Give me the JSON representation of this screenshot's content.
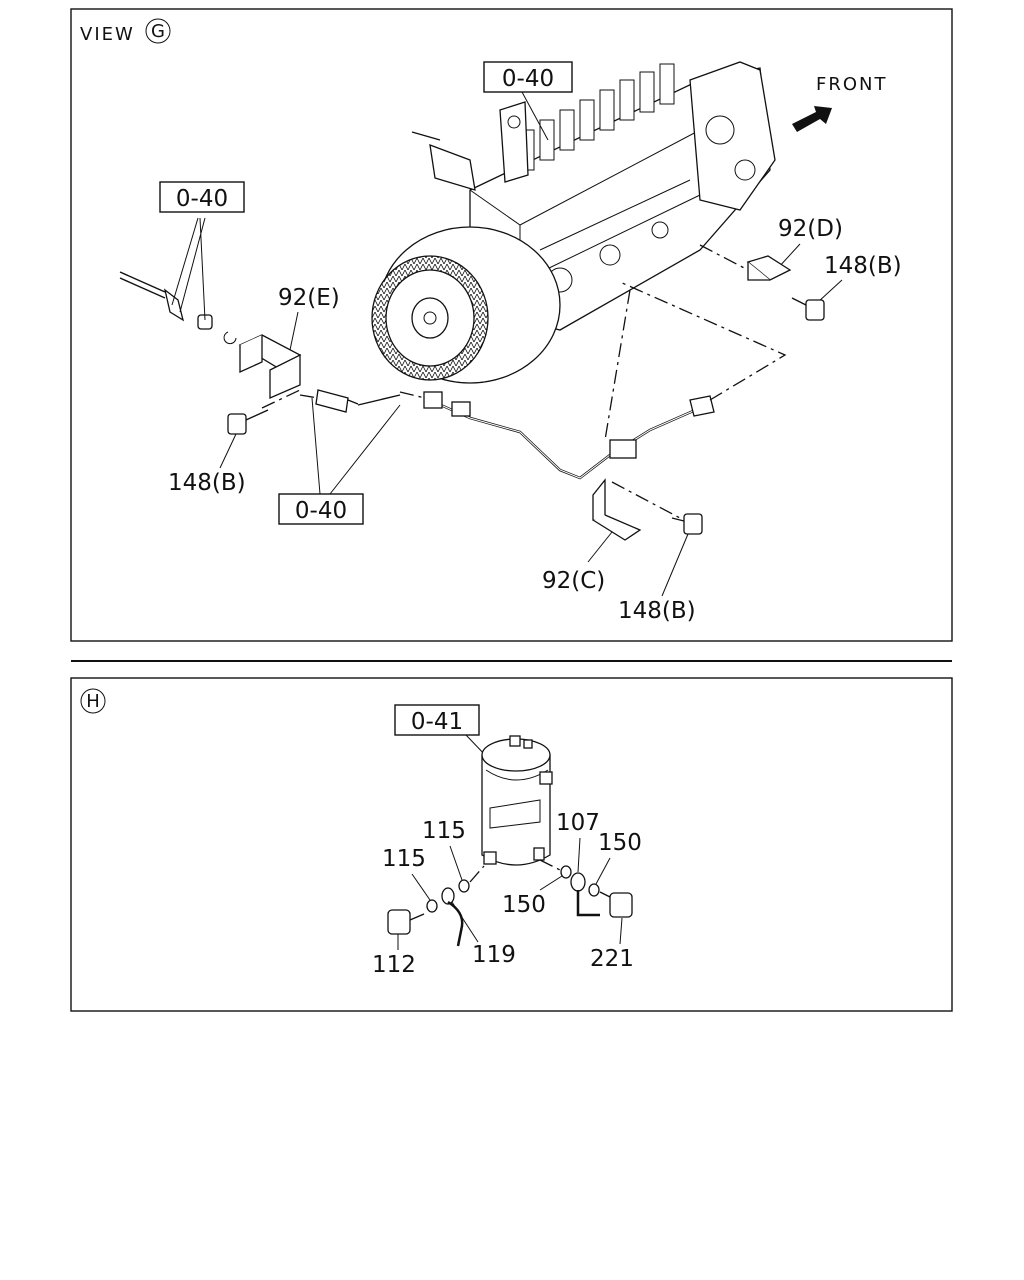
{
  "view_g": {
    "title": "VIEW",
    "circle_letter": "G",
    "front_label": "FRONT",
    "refs": {
      "pump_top": "0-40",
      "harness_left": "0-40",
      "harness_bottom": "0-40"
    },
    "callouts": {
      "bracket_e": "92(E)",
      "bolt_e": "148(B)",
      "bracket_d": "92(D)",
      "bolt_d": "148(B)",
      "bracket_c": "92(C)",
      "bolt_c": "148(B)"
    }
  },
  "view_h": {
    "circle_letter": "H",
    "ref": "0-41",
    "callouts": {
      "washer_a": "115",
      "washer_b": "115",
      "bolt": "112",
      "eye_fitting": "119",
      "pipe": "107",
      "gasket_a": "150",
      "gasket_b": "150",
      "eye_bolt": "221"
    }
  }
}
